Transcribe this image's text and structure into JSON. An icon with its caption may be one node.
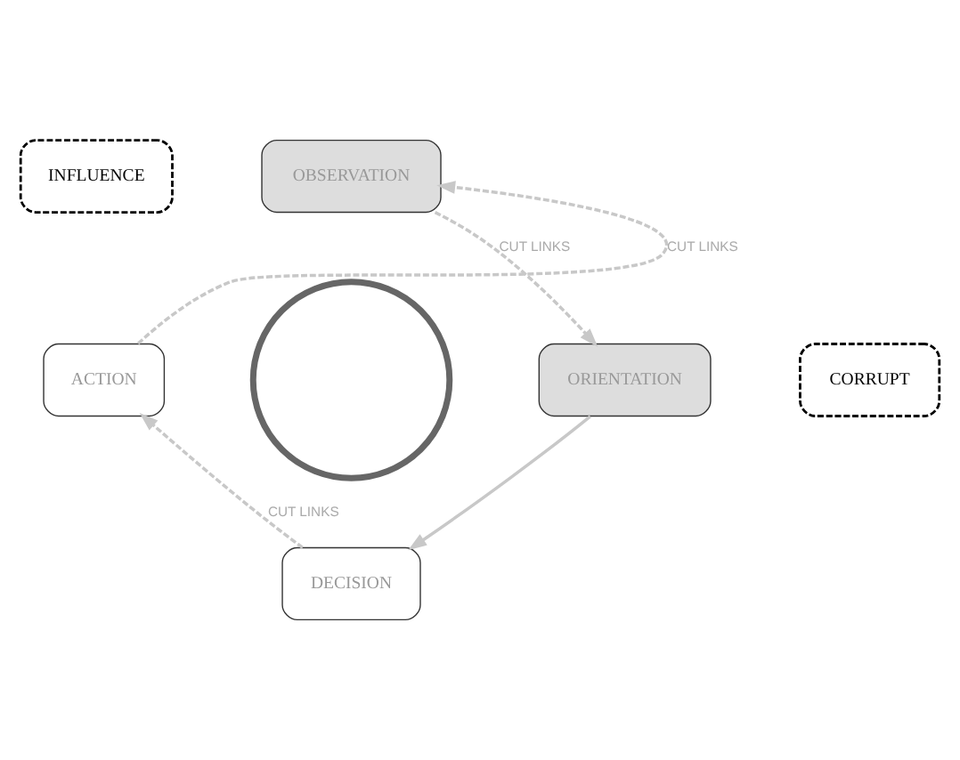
{
  "diagram": {
    "nodes": [
      {
        "text": [
          "INFLUENCE"
        ]
      },
      {
        "text": [
          "OBSERVATION"
        ]
      },
      {
        "text": [
          "ACTION"
        ]
      },
      {
        "text": [],
        "shape": "circle"
      },
      {
        "text": [
          "ORIENTATION"
        ]
      },
      {
        "text": [
          "CORRUPT"
        ]
      },
      {
        "text": [
          "DECISION"
        ]
      }
    ],
    "edges": [
      {
        "from": 2,
        "to": 1,
        "arrow": "to",
        "label": "CUT LINKS",
        "style": "dashed"
      },
      {
        "from": 1,
        "to": 4,
        "arrow": "to",
        "label": "CUT LINKS",
        "style": "dashed"
      },
      {
        "from": 4,
        "to": 6,
        "arrow": "to"
      },
      {
        "from": 6,
        "to": 2,
        "arrow": "to",
        "label": "CUT LINKS",
        "style": "dashed"
      }
    ]
  }
}
